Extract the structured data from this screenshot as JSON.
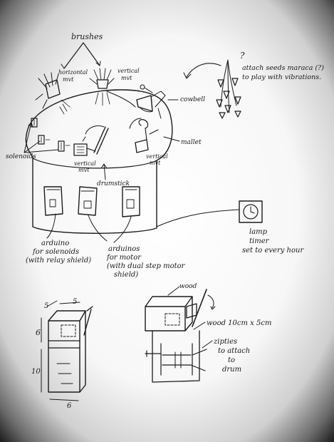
{
  "labels": {
    "brushes": "brushes",
    "horizontal_mvt": [
      "horizontal",
      "mvt"
    ],
    "vertical_mvt_top": [
      "vertical",
      "mvt"
    ],
    "attach_seeds": [
      "attach seeds maraca (?)",
      "to play with vibrations."
    ],
    "question_mark": "?",
    "cowbell": "cowbell",
    "mallet": "mallet",
    "solenoids": "solenoids",
    "vertical_mvt_left": [
      "vertical",
      "mvt"
    ],
    "vertical_mvt_right": [
      "vertical",
      "mvt"
    ],
    "drumstick": "drumstick",
    "arduino_solenoids": [
      "arduino",
      "for solenoids",
      "(with relay shield)"
    ],
    "arduino_motor": [
      "arduinos",
      "for motor",
      "(with dual step motor",
      "shield)"
    ],
    "lamp_timer": [
      "lamp",
      "timer",
      "set to every hour"
    ],
    "dim_5a": "5",
    "dim_5b": "5",
    "dim_6": "6",
    "dim_10": "10",
    "dim_6b": "6",
    "wood_top": "wood",
    "wood_size": "wood 10cm x 5cm",
    "zipties": [
      "zipties",
      "to attach",
      "to",
      "drum"
    ]
  },
  "colors": {
    "paper_center": "#ffffff",
    "paper_edge": "#1a1a1a",
    "ink": "#1b1b1b"
  }
}
